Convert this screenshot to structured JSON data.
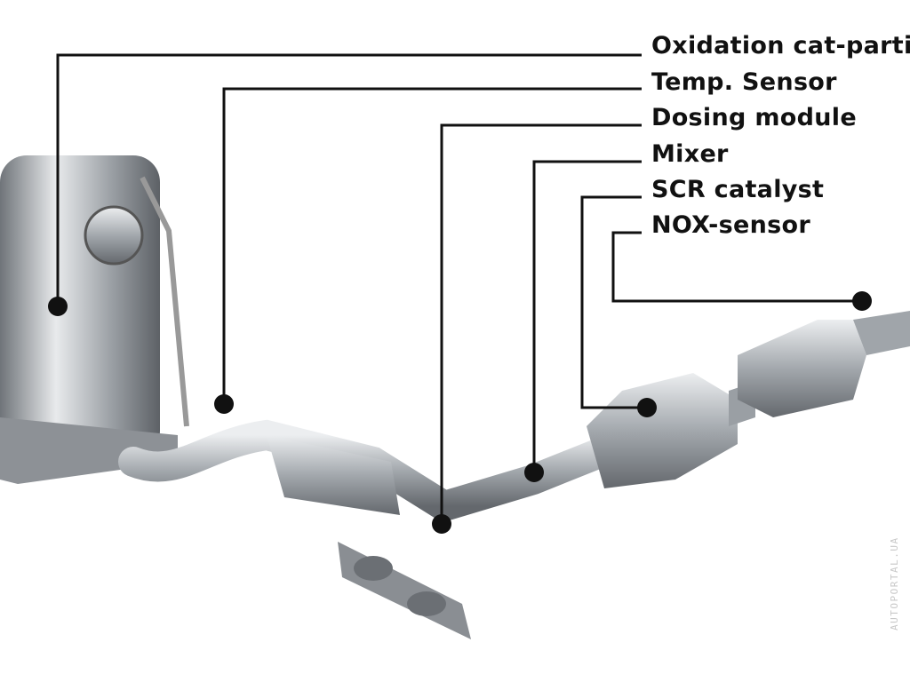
{
  "labels": [
    {
      "id": "oxidation-cat",
      "text": "Oxidation cat-partic"
    },
    {
      "id": "temp-sensor",
      "text": "Temp. Sensor"
    },
    {
      "id": "dosing-module",
      "text": "Dosing module"
    },
    {
      "id": "mixer",
      "text": "Mixer"
    },
    {
      "id": "scr-catalyst",
      "text": "SCR catalyst"
    },
    {
      "id": "nox-sensor",
      "text": "NOX-sensor"
    }
  ],
  "watermark": "AUTOPORTAL.UA",
  "colors": {
    "line": "#111111",
    "metal": "#a9adb2",
    "background": "#ffffff"
  }
}
